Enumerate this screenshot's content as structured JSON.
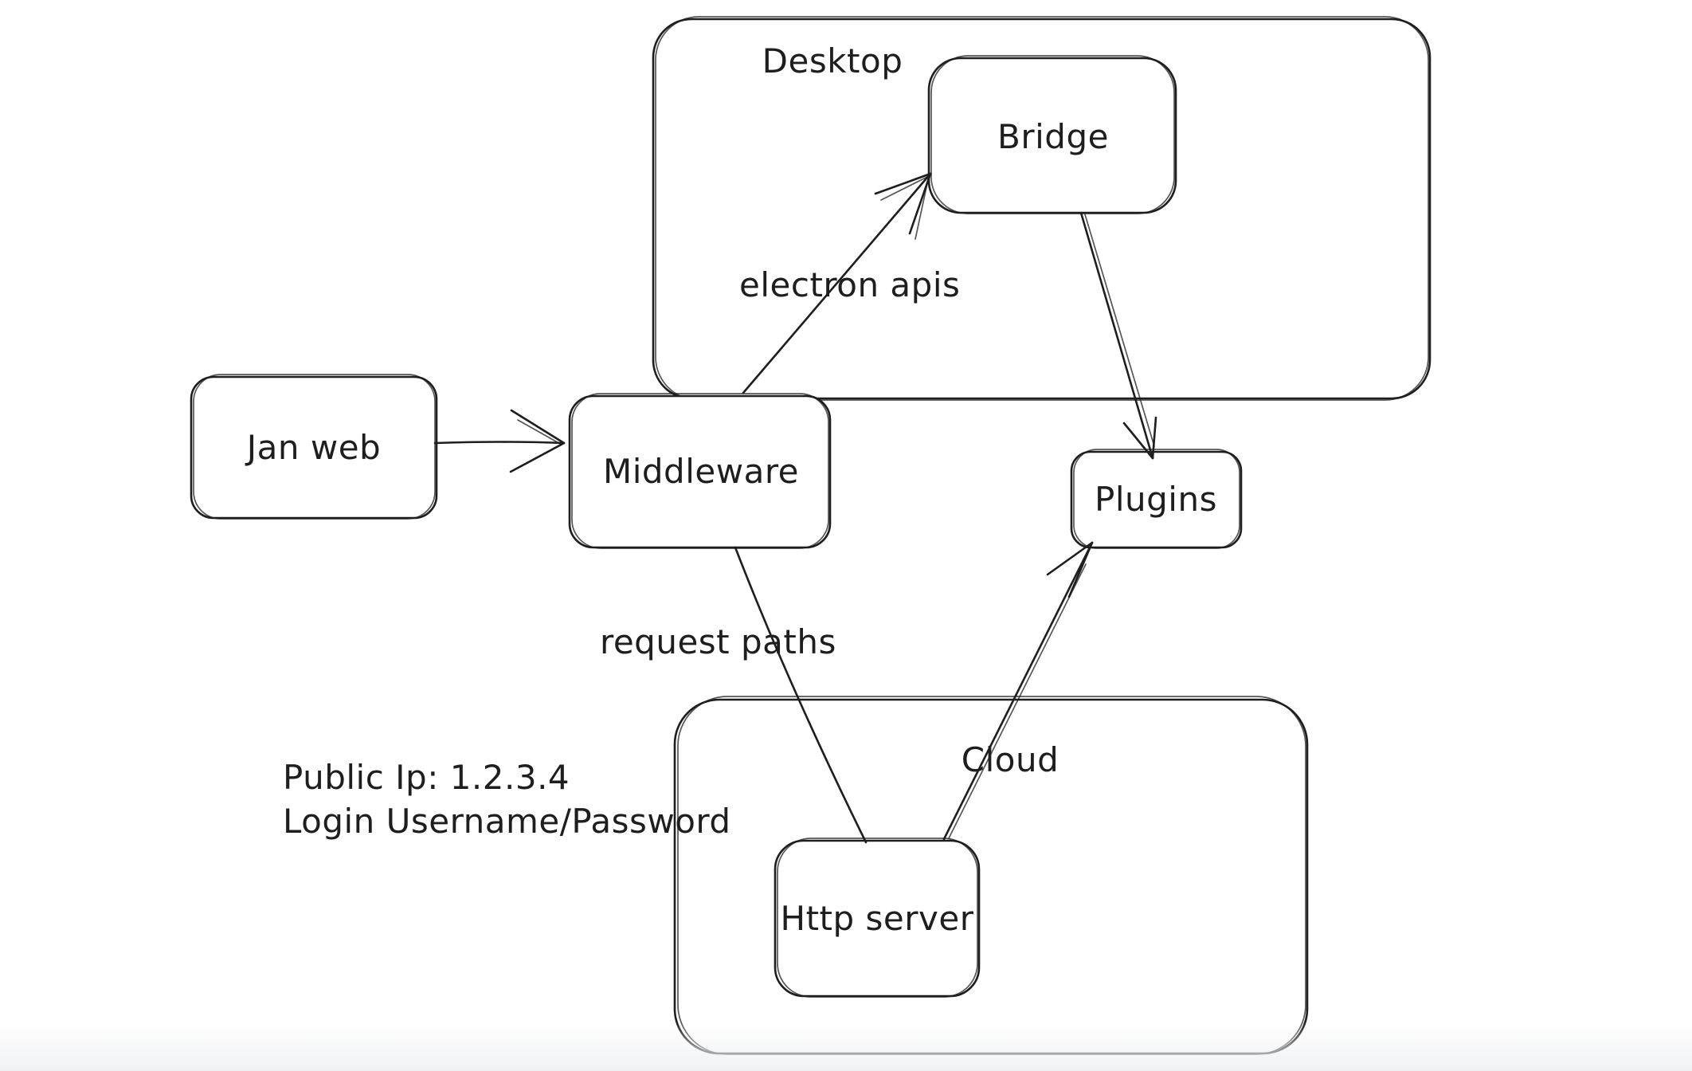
{
  "app": {
    "kind": "hand-drawn architecture diagram",
    "background": "#ffffff",
    "stroke_color": "#1e1e1e",
    "text_color": "#1e1e1e"
  },
  "containers": {
    "desktop": {
      "label": "Desktop"
    },
    "cloud": {
      "label": "Cloud"
    }
  },
  "nodes": {
    "jan_web": {
      "label": "Jan web"
    },
    "middleware": {
      "label": "Middleware"
    },
    "bridge": {
      "label": "Bridge"
    },
    "plugins": {
      "label": "Plugins"
    },
    "http_server": {
      "label": "Http server"
    }
  },
  "edge_labels": {
    "electron_apis": {
      "label": "electron apis"
    },
    "request_paths": {
      "label": "request paths"
    }
  },
  "annotations": {
    "public_ip": {
      "label": "Public Ip: 1.2.3.4"
    },
    "login": {
      "label": "Login Username/Password"
    }
  },
  "edges": [
    {
      "from": "Jan web",
      "to": "Middleware",
      "arrow": true,
      "label": ""
    },
    {
      "from": "Middleware",
      "to": "Bridge",
      "arrow": true,
      "label": "electron apis"
    },
    {
      "from": "Bridge",
      "to": "Plugins",
      "arrow": true,
      "label": ""
    },
    {
      "from": "Middleware",
      "to": "Http server",
      "arrow": false,
      "label": "request paths"
    },
    {
      "from": "Http server",
      "to": "Plugins",
      "arrow": true,
      "label": ""
    }
  ],
  "containment": {
    "Desktop": [
      "Bridge"
    ],
    "Cloud": [
      "Http server"
    ]
  }
}
